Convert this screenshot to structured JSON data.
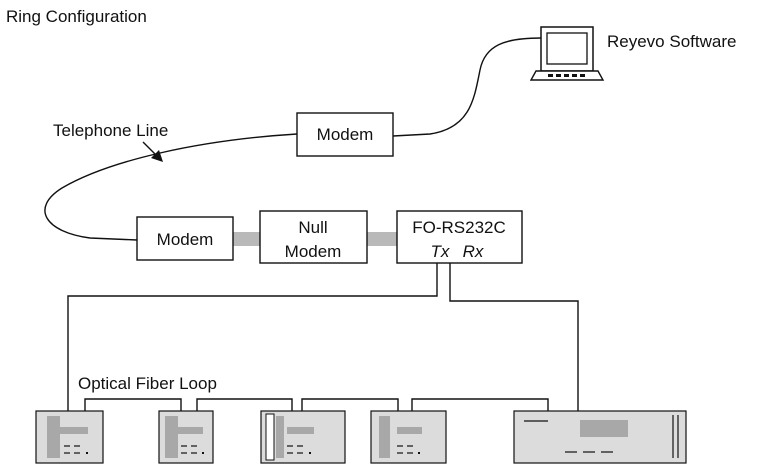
{
  "title": "Ring Configuration",
  "labels": {
    "software": "Reyevo Software",
    "telephone_line": "Telephone Line",
    "optical_fiber_loop": "Optical Fiber Loop"
  },
  "boxes": {
    "modem_top": "Modem",
    "modem_left": "Modem",
    "null_modem_line1": "Null",
    "null_modem_line2": "Modem",
    "fo_line1": "FO-RS232C",
    "fo_tx": "Tx",
    "fo_rx": "Rx"
  },
  "icons": {
    "computer": "computer-icon",
    "field_device": "field-device-icon",
    "controller": "controller-panel-icon"
  },
  "colors": {
    "connector_gray": "#b9b9b9",
    "device_fill": "#dcdcdc",
    "device_panel": "#a8a8a8"
  }
}
